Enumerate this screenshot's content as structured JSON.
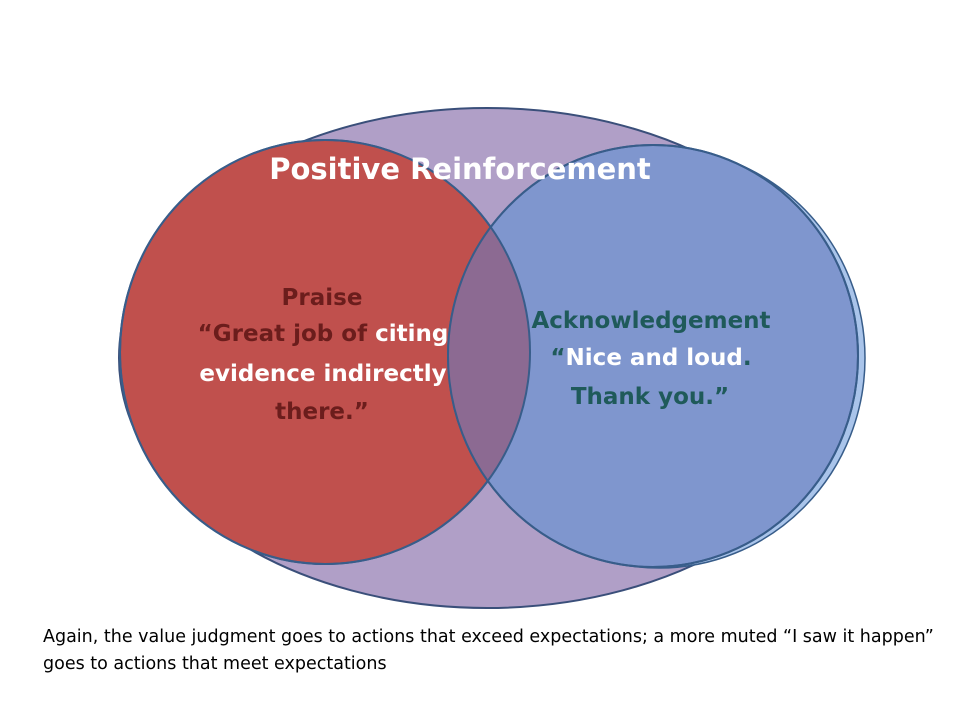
{
  "diagram": {
    "title": "Positive Reinforcement",
    "praise": {
      "heading": "Praise",
      "quote_part1": "“Great job of",
      "quote_part2": "citing",
      "quote_line2": "evidence indirectly",
      "quote_line3": "there.”"
    },
    "acknowledgement": {
      "heading": "Acknowledgement",
      "quote_open": "“",
      "quote_part1": "Nice and loud",
      "quote_period": ".",
      "quote_line2": "Thank you.”"
    },
    "colors": {
      "outer_fill": "#b09fc7",
      "outer_stroke": "#3a4f7a",
      "praise_fill": "#c0504d",
      "ack_fill": "#7f96ce",
      "overlap_fill": "#8c6a92",
      "circle_stroke": "#385d8a",
      "praise_dark_text": "#6b1d1c",
      "ack_dark_text": "#1f5a5a",
      "white_text": "#ffffff"
    }
  },
  "caption": "Again, the value judgment goes to actions that exceed expectations; a more muted “I saw it happen” goes to actions that meet expectations"
}
